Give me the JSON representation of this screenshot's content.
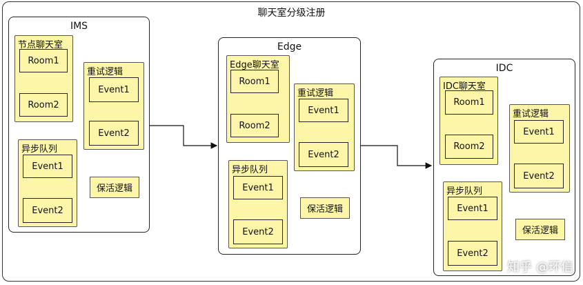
{
  "title": "聊天室分级注册",
  "regions": {
    "ims": {
      "label": "IMS",
      "rooms_label": "节点聊天室",
      "rooms": [
        "Room1",
        "Room2"
      ],
      "retry_label": "重试逻辑",
      "retry_events": [
        "Event1",
        "Event2"
      ],
      "queue_label": "异步队列",
      "queue_events": [
        "Event1",
        "Event2"
      ],
      "keepalive": "保活逻辑"
    },
    "edge": {
      "label": "Edge",
      "rooms_label": "Edge聊天室",
      "rooms": [
        "Room1",
        "Room2"
      ],
      "retry_label": "重试逻辑",
      "retry_events": [
        "Event1",
        "Event2"
      ],
      "queue_label": "异步队列",
      "queue_events": [
        "Event1",
        "Event2"
      ],
      "keepalive": "保活逻辑"
    },
    "idc": {
      "label": "IDC",
      "rooms_label": "IDC聊天室",
      "rooms": [
        "Room1",
        "Room2"
      ],
      "retry_label": "重试逻辑",
      "retry_events": [
        "Event1",
        "Event2"
      ],
      "queue_label": "异步队列",
      "queue_events": [
        "Event1",
        "Event2"
      ],
      "keepalive": "保活逻辑"
    }
  },
  "watermark": "知乎 @环信",
  "colors": {
    "box_fill": "#fdf6a8",
    "line": "#111111"
  }
}
